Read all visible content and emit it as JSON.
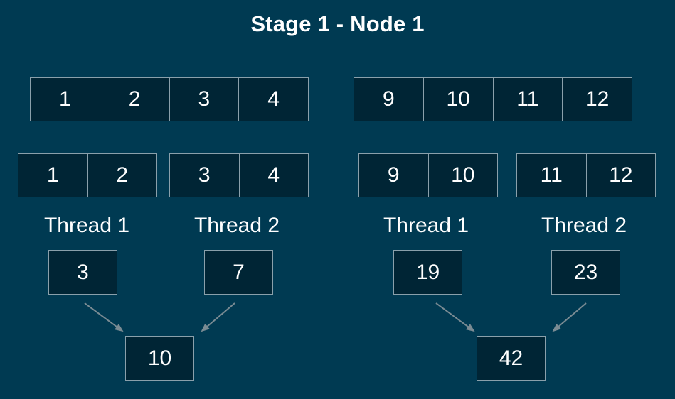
{
  "title": "Stage 1 - Node 1",
  "left": {
    "row": [
      "1",
      "2",
      "3",
      "4"
    ],
    "pairs": [
      [
        "1",
        "2"
      ],
      [
        "3",
        "4"
      ]
    ],
    "threads": [
      {
        "label": "Thread 1",
        "sum": "3"
      },
      {
        "label": "Thread 2",
        "sum": "7"
      }
    ],
    "total": "10"
  },
  "right": {
    "row": [
      "9",
      "10",
      "11",
      "12"
    ],
    "pairs": [
      [
        "9",
        "10"
      ],
      [
        "11",
        "12"
      ]
    ],
    "threads": [
      {
        "label": "Thread 1",
        "sum": "19"
      },
      {
        "label": "Thread 2",
        "sum": "23"
      }
    ],
    "total": "42"
  },
  "colors": {
    "background": "#003a52",
    "cell_fill": "#002535",
    "cell_border": "#8aa0ab",
    "arrow": "#7a8b93",
    "text": "#ffffff"
  }
}
